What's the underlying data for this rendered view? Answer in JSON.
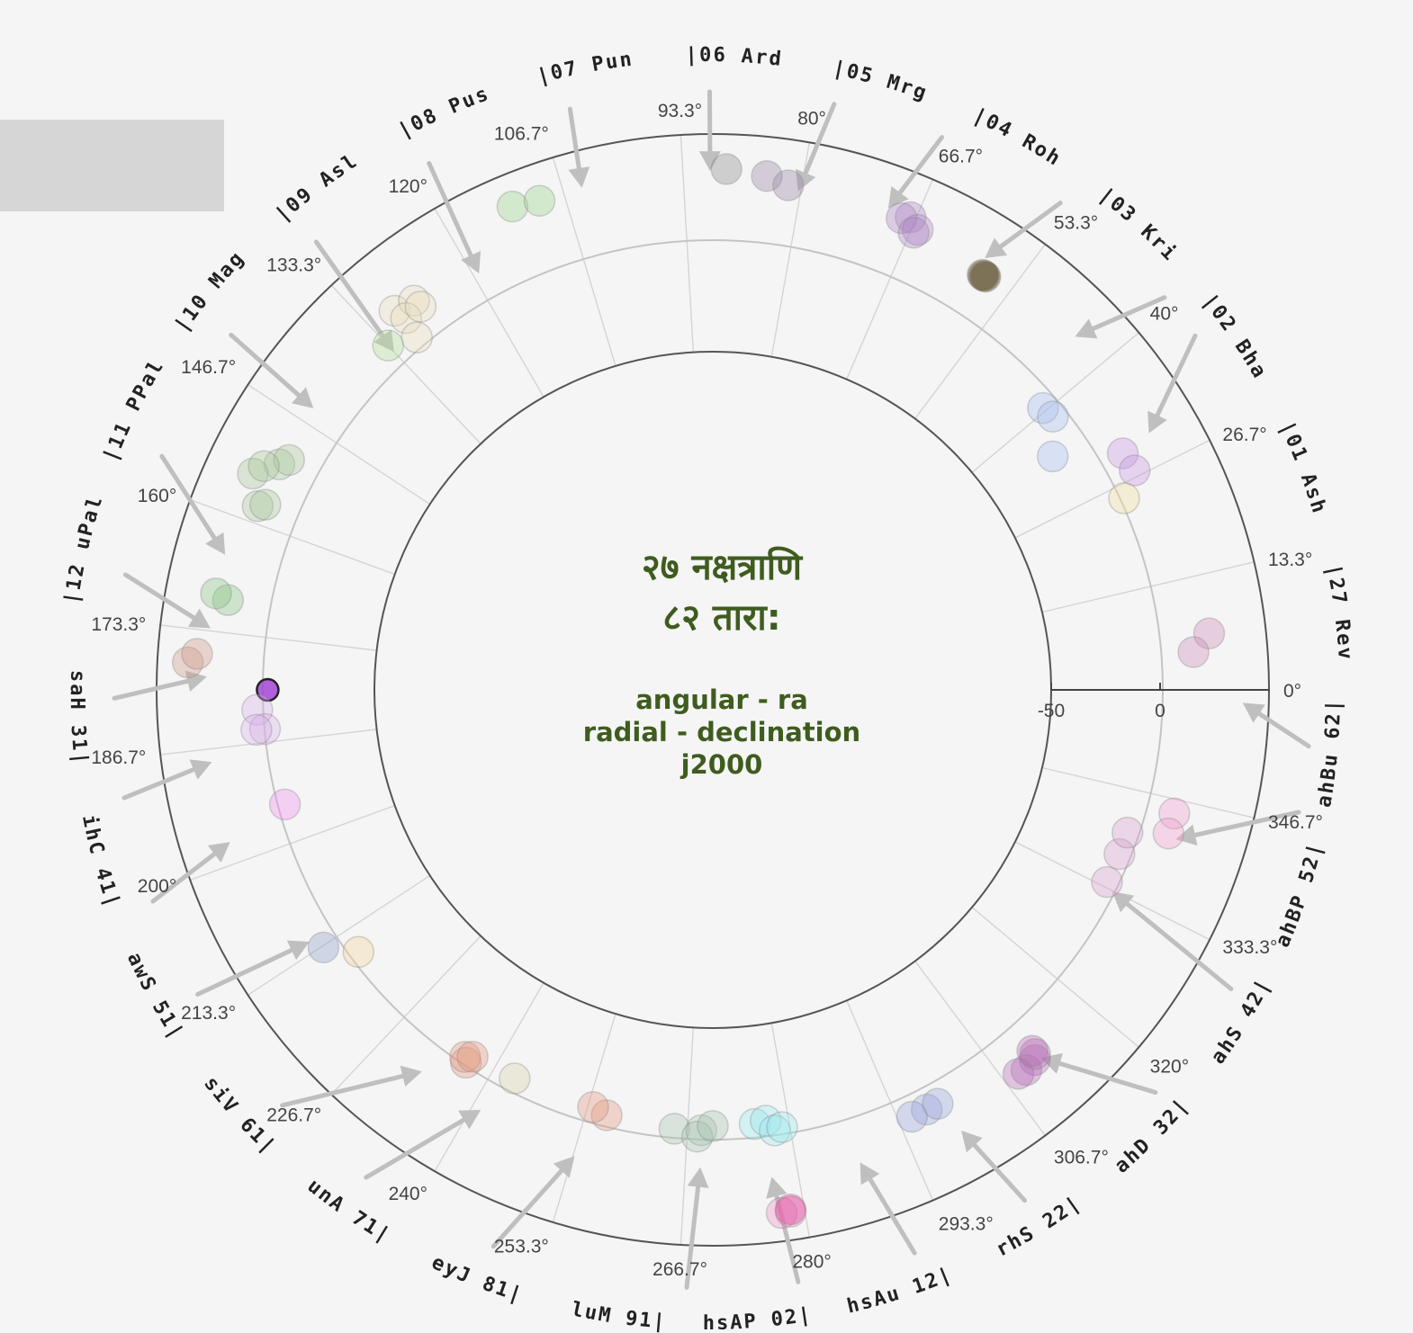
{
  "chart_data": {
    "type": "scatter",
    "projection": "polar",
    "title_line1": "२७ नक्षत्राणि",
    "title_line2": "८२ तारा:",
    "subtitle": [
      "angular - ra",
      "radial - declination",
      "j2000"
    ],
    "angular_axis": {
      "unit": "degrees",
      "direction": "counterclockwise",
      "zero_at": "right",
      "ticks": [
        "0°",
        "13.3°",
        "26.7°",
        "40°",
        "53.3°",
        "66.7°",
        "80°",
        "93.3°",
        "106.7°",
        "120°",
        "133.3°",
        "146.7°",
        "160°",
        "173.3°",
        "186.7°",
        "200°",
        "213.3°",
        "226.7°",
        "240°",
        "253.3°",
        "266.7°",
        "280°",
        "293.3°",
        "306.7°",
        "320°",
        "333.3°",
        "346.7°"
      ]
    },
    "radial_axis": {
      "range": [
        -50,
        50
      ],
      "ticks": [
        "-50",
        "0"
      ]
    },
    "nakshatra_labels": [
      {
        "label": "|01 Ash",
        "angle": 26.7
      },
      {
        "label": "|02 Bha",
        "angle": 40
      },
      {
        "label": "|03 Kri",
        "angle": 53.3
      },
      {
        "label": "|04 Roh",
        "angle": 66.7
      },
      {
        "label": "|05 Mrg",
        "angle": 80
      },
      {
        "label": "|06 Ard",
        "angle": 93.3
      },
      {
        "label": "|07 Pun",
        "angle": 106.7
      },
      {
        "label": "|08 Pus",
        "angle": 120
      },
      {
        "label": "|09 Asl",
        "angle": 133.3
      },
      {
        "label": "|10 Mag",
        "angle": 146.7
      },
      {
        "label": "|11 PPal",
        "angle": 160
      },
      {
        "label": "|12 uPal",
        "angle": 173.3
      },
      {
        "label": "|13 Has",
        "angle": 186.7
      },
      {
        "label": "|14 Chi",
        "angle": 200
      },
      {
        "label": "|15 Swa",
        "angle": 213.3
      },
      {
        "label": "|16 Vis",
        "angle": 226.7
      },
      {
        "label": "|17 Anu",
        "angle": 240
      },
      {
        "label": "|18 Jye",
        "angle": 253.3
      },
      {
        "label": "|19 Mul",
        "angle": 266.7
      },
      {
        "label": "|20 PAsh",
        "angle": 280
      },
      {
        "label": "|21 uAsh",
        "angle": 293.3
      },
      {
        "label": "|22 Shr",
        "angle": 306.7
      },
      {
        "label": "|23 Dha",
        "angle": 320
      },
      {
        "label": "|24 Sha",
        "angle": 333.3
      },
      {
        "label": "|25 PBha",
        "angle": 346.7
      },
      {
        "label": "|26 uBha",
        "angle": 0
      },
      {
        "label": "|27 Rev",
        "angle": 13.3
      }
    ],
    "arrows": [
      {
        "from_angle": 36.3,
        "to_angle": 30.5,
        "to_r": 27
      },
      {
        "from_angle": 41.0,
        "to_angle": 44.3,
        "to_r": 27
      },
      {
        "from_angle": 54.5,
        "to_angle": 57.8,
        "to_r": 29
      },
      {
        "from_angle": 67.5,
        "to_angle": 70.0,
        "to_r": 30
      },
      {
        "from_angle": 78.3,
        "to_angle": 80.3,
        "to_r": 27
      },
      {
        "from_angle": 90.3,
        "to_angle": 90.3,
        "to_r": 33
      },
      {
        "from_angle": 103.8,
        "to_angle": 104.6,
        "to_r": 33
      },
      {
        "from_angle": 118.3,
        "to_angle": 119.3,
        "to_r": 14
      },
      {
        "from_angle": 131.5,
        "to_angle": 133.3,
        "to_r": 8
      },
      {
        "from_angle": 143.6,
        "to_angle": 144.8,
        "to_r": 19
      },
      {
        "from_angle": 157.0,
        "to_angle": 164.5,
        "to_r": 27
      },
      {
        "from_angle": 168.9,
        "to_angle": 173.0,
        "to_r": 27
      },
      {
        "from_angle": 180.8,
        "to_angle": 178.5,
        "to_r": 27
      },
      {
        "from_angle": 190.4,
        "to_angle": 188.2,
        "to_r": 27
      },
      {
        "from_angle": 200.7,
        "to_angle": 197.5,
        "to_r": 27
      },
      {
        "from_angle": 210.6,
        "to_angle": 212.0,
        "to_r": 13
      },
      {
        "from_angle": 224.0,
        "to_angle": 232.7,
        "to_r": 15
      },
      {
        "from_angle": 234.6,
        "to_angle": 241.1,
        "to_r": 15
      },
      {
        "from_angle": 248.5,
        "to_angle": 253.5,
        "to_r": 18
      },
      {
        "from_angle": 267.5,
        "to_angle": 268.5,
        "to_r": 14
      },
      {
        "from_angle": 278.2,
        "to_angle": 276.9,
        "to_r": 20
      },
      {
        "from_angle": 289.7,
        "to_angle": 287.3,
        "to_r": 22
      },
      {
        "from_angle": 301.4,
        "to_angle": 299.4,
        "to_r": 27
      },
      {
        "from_angle": 317.7,
        "to_angle": 311.7,
        "to_r": 21
      },
      {
        "from_angle": 330.0,
        "to_angle": 333.2,
        "to_r": 0
      },
      {
        "from_angle": 348.2,
        "to_angle": 342.1,
        "to_r": 18
      },
      {
        "from_angle": 354.6,
        "to_angle": 358.6,
        "to_r": 38
      }
    ],
    "series": [
      {
        "color": "#cf8fb8",
        "points": [
          {
            "ra": 6.5,
            "dec": 24
          },
          {
            "ra": 4.5,
            "dec": 16
          }
        ]
      },
      {
        "color": "#c898e6",
        "points": [
          {
            "ra": 30.0,
            "dec": 12
          },
          {
            "ra": 27.5,
            "dec": 13
          }
        ]
      },
      {
        "color": "#efe0a0",
        "points": [
          {
            "ra": 25.0,
            "dec": 3
          }
        ]
      },
      {
        "color": "#a8bfee",
        "points": [
          {
            "ra": 40.5,
            "dec": -6
          },
          {
            "ra": 38.8,
            "dec": -5
          },
          {
            "ra": 34.5,
            "dec": -16
          }
        ]
      },
      {
        "color": "#5a4a25",
        "points": [
          {
            "ra": 57.0,
            "dec": 22
          },
          {
            "ra": 56.8,
            "dec": 22
          },
          {
            "ra": 56.6,
            "dec": 22
          }
        ]
      },
      {
        "color": "#b08ac8",
        "points": [
          {
            "ra": 67.3,
            "dec": 30
          },
          {
            "ra": 68.2,
            "dec": 28
          },
          {
            "ra": 66.0,
            "dec": 26
          },
          {
            "ra": 66.3,
            "dec": 24
          }
        ]
      },
      {
        "color": "#8e8e8e",
        "points": [
          {
            "ra": 88.5,
            "dec": 34
          }
        ]
      },
      {
        "color": "#9a8aa8",
        "points": [
          {
            "ra": 84.0,
            "dec": 32
          },
          {
            "ra": 81.5,
            "dec": 29
          }
        ]
      },
      {
        "color": "#9bd48f",
        "points": [
          {
            "ra": 112.5,
            "dec": 35
          },
          {
            "ra": 109.5,
            "dec": 33
          }
        ]
      },
      {
        "color": "#e8dcbc",
        "points": [
          {
            "ra": 130.0,
            "dec": 22
          },
          {
            "ra": 127.5,
            "dec": 20
          },
          {
            "ra": 129.5,
            "dec": 16
          },
          {
            "ra": 127.3,
            "dec": 16
          },
          {
            "ra": 130.0,
            "dec": 6
          }
        ]
      },
      {
        "color": "#b4e09c",
        "points": [
          {
            "ra": 133.3,
            "dec": 12
          }
        ]
      },
      {
        "color": "#aac89e",
        "points": [
          {
            "ra": 152.5,
            "dec": 19
          },
          {
            "ra": 151.5,
            "dec": 16
          },
          {
            "ra": 154.8,
            "dec": 28
          },
          {
            "ra": 158.0,
            "dec": 20
          },
          {
            "ra": 157.5,
            "dec": 17
          },
          {
            "ra": 153.5,
            "dec": 25
          }
        ]
      },
      {
        "color": "#8cc488",
        "points": [
          {
            "ra": 169.5,
            "dec": 21
          },
          {
            "ra": 169.0,
            "dec": 27
          }
        ]
      },
      {
        "color": "#d09c8c",
        "points": [
          {
            "ra": 177.0,
            "dec": 36
          },
          {
            "ra": 176.0,
            "dec": 32
          }
        ]
      },
      {
        "color": "#a445d6",
        "points": [
          {
            "ra": 180.0,
            "dec": -1
          }
        ],
        "highlighted": true
      },
      {
        "color": "#d8b4ea",
        "points": [
          {
            "ra": 182.5,
            "dec": 4
          },
          {
            "ra": 185.0,
            "dec": 1
          },
          {
            "ra": 185.0,
            "dec": 5
          }
        ]
      },
      {
        "color": "#f090f0",
        "points": [
          {
            "ra": 195.0,
            "dec": -2
          }
        ]
      },
      {
        "color": "#8ea2cc",
        "points": [
          {
            "ra": 213.5,
            "dec": 9
          }
        ]
      },
      {
        "color": "#f0d49e",
        "points": [
          {
            "ra": 216.5,
            "dec": -3
          }
        ]
      },
      {
        "color": "#e49c84",
        "points": [
          {
            "ra": 236.5,
            "dec": 0
          },
          {
            "ra": 236.0,
            "dec": -2
          },
          {
            "ra": 236.8,
            "dec": -4
          }
        ]
      },
      {
        "color": "#d8d4ac",
        "points": [
          {
            "ra": 243.0,
            "dec": -5
          }
        ]
      },
      {
        "color": "#e49c84",
        "points": [
          {
            "ra": 256.0,
            "dec": -4
          },
          {
            "ra": 254.0,
            "dec": -6
          }
        ]
      },
      {
        "color": "#a8c4b0",
        "points": [
          {
            "ra": 265.0,
            "dec": -3
          },
          {
            "ra": 268.5,
            "dec": -3
          },
          {
            "ra": 268.0,
            "dec": 0
          },
          {
            "ra": 270.0,
            "dec": -5
          }
        ]
      },
      {
        "color": "#9ce8ec",
        "points": [
          {
            "ra": 275.5,
            "dec": -5
          },
          {
            "ra": 277.0,
            "dec": -6
          },
          {
            "ra": 278.0,
            "dec": -1
          },
          {
            "ra": 279.0,
            "dec": -2
          }
        ]
      },
      {
        "color": "#f094c8",
        "points": [
          {
            "ra": 277.5,
            "dec": 37
          },
          {
            "ra": 278.5,
            "dec": 37
          }
        ]
      },
      {
        "color": "#e03c98",
        "points": [
          {
            "ra": 278.5,
            "dec": 36
          }
        ]
      },
      {
        "color": "#9aa6dc",
        "points": [
          {
            "ra": 297.0,
            "dec": 11
          },
          {
            "ra": 298.5,
            "dec": 11
          },
          {
            "ra": 295.0,
            "dec": 11
          }
        ]
      },
      {
        "color": "#b870b8",
        "points": [
          {
            "ra": 311.0,
            "dec": 20
          },
          {
            "ra": 309.5,
            "dec": 21
          },
          {
            "ra": 311.5,
            "dec": 18
          },
          {
            "ra": 308.5,
            "dec": 20
          },
          {
            "ra": 311.5,
            "dec": 16
          }
        ]
      },
      {
        "color": "#d8a4cc",
        "points": [
          {
            "ra": 334.0,
            "dec": -4
          },
          {
            "ra": 338.0,
            "dec": -4
          },
          {
            "ra": 341.0,
            "dec": -4
          }
        ]
      },
      {
        "color": "#f0a0d0",
        "points": [
          {
            "ra": 345.0,
            "dec": 14
          },
          {
            "ra": 342.5,
            "dec": 14
          }
        ]
      }
    ]
  }
}
